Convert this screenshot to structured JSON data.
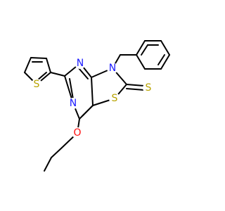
{
  "atom_labels": [
    {
      "id": "S_thiophene",
      "text": "S",
      "color": "#b8a300"
    },
    {
      "id": "N_top",
      "text": "N",
      "color": "#1a1aff"
    },
    {
      "id": "N_bottom",
      "text": "N",
      "color": "#1a1aff"
    },
    {
      "id": "N_ring",
      "text": "N",
      "color": "#1a1aff"
    },
    {
      "id": "S_ring",
      "text": "S",
      "color": "#b8a300"
    },
    {
      "id": "S_thione",
      "text": "S",
      "color": "#b8a300"
    },
    {
      "id": "O_ether",
      "text": "O",
      "color": "#ff0d0d"
    }
  ],
  "colors": {
    "bond": "#000000",
    "background": "#ffffff"
  }
}
